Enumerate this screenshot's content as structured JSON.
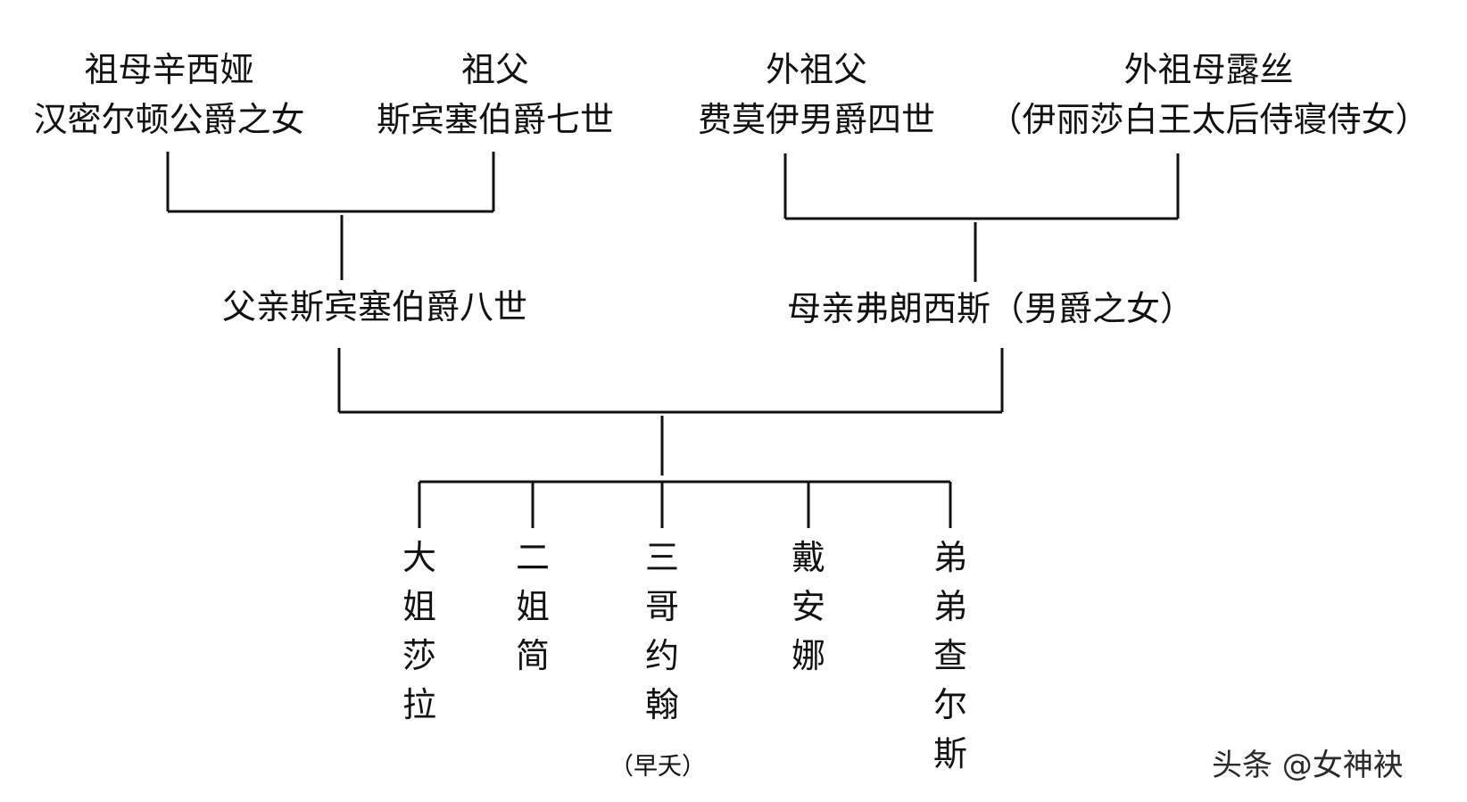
{
  "grandmother": {
    "line1": "祖母辛西娅",
    "line2": "汉密尔顿公爵之女"
  },
  "grandfather": {
    "line1": "祖父",
    "line2": "斯宾塞伯爵七世"
  },
  "maternal_grandfather": {
    "line1": "外祖父",
    "line2": "费莫伊男爵四世"
  },
  "maternal_grandmother": {
    "line1": "外祖母露丝",
    "line2": "（伊丽莎白王太后侍寝侍女）"
  },
  "father": "父亲斯宾塞伯爵八世",
  "mother": "母亲弗朗西斯（男爵之女）",
  "children": {
    "sarah": "大姐莎拉",
    "jane": "二姐简",
    "john": "三哥约翰",
    "john_note": "（早夭）",
    "diana": "戴安娜",
    "charles": "弟弟查尔斯"
  },
  "watermark": "头条 @女神袂",
  "colors": {
    "line": "#111111",
    "text": "#111111"
  }
}
